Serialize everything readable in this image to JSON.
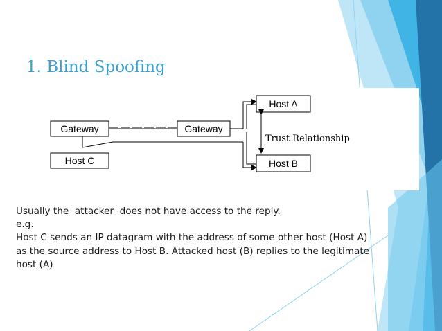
{
  "slide": {
    "title": "1. Blind Spoofing",
    "colors": {
      "title": "#3b9fd1",
      "accent_light": "#8fd3f0",
      "accent_mid": "#40b4e5",
      "accent_dark": "#2372a8"
    }
  },
  "diagram": {
    "nodes": {
      "gateway_left": "Gateway",
      "gateway_right": "Gateway",
      "host_c": "Host C",
      "host_a": "Host A",
      "host_b": "Host B"
    },
    "trust_label": "Trust Relationship"
  },
  "body": {
    "line1_prefix": "Usually the  attacker  ",
    "line1_underlined": "does not have access to the reply",
    "line1_suffix": ".",
    "line2": "e.g.",
    "line3": "Host C sends an IP datagram with the address of some other host (Host A)",
    "line4": "as the source address to Host B. Attacked host (B) replies to the legitimate",
    "line5": "host (A)"
  }
}
